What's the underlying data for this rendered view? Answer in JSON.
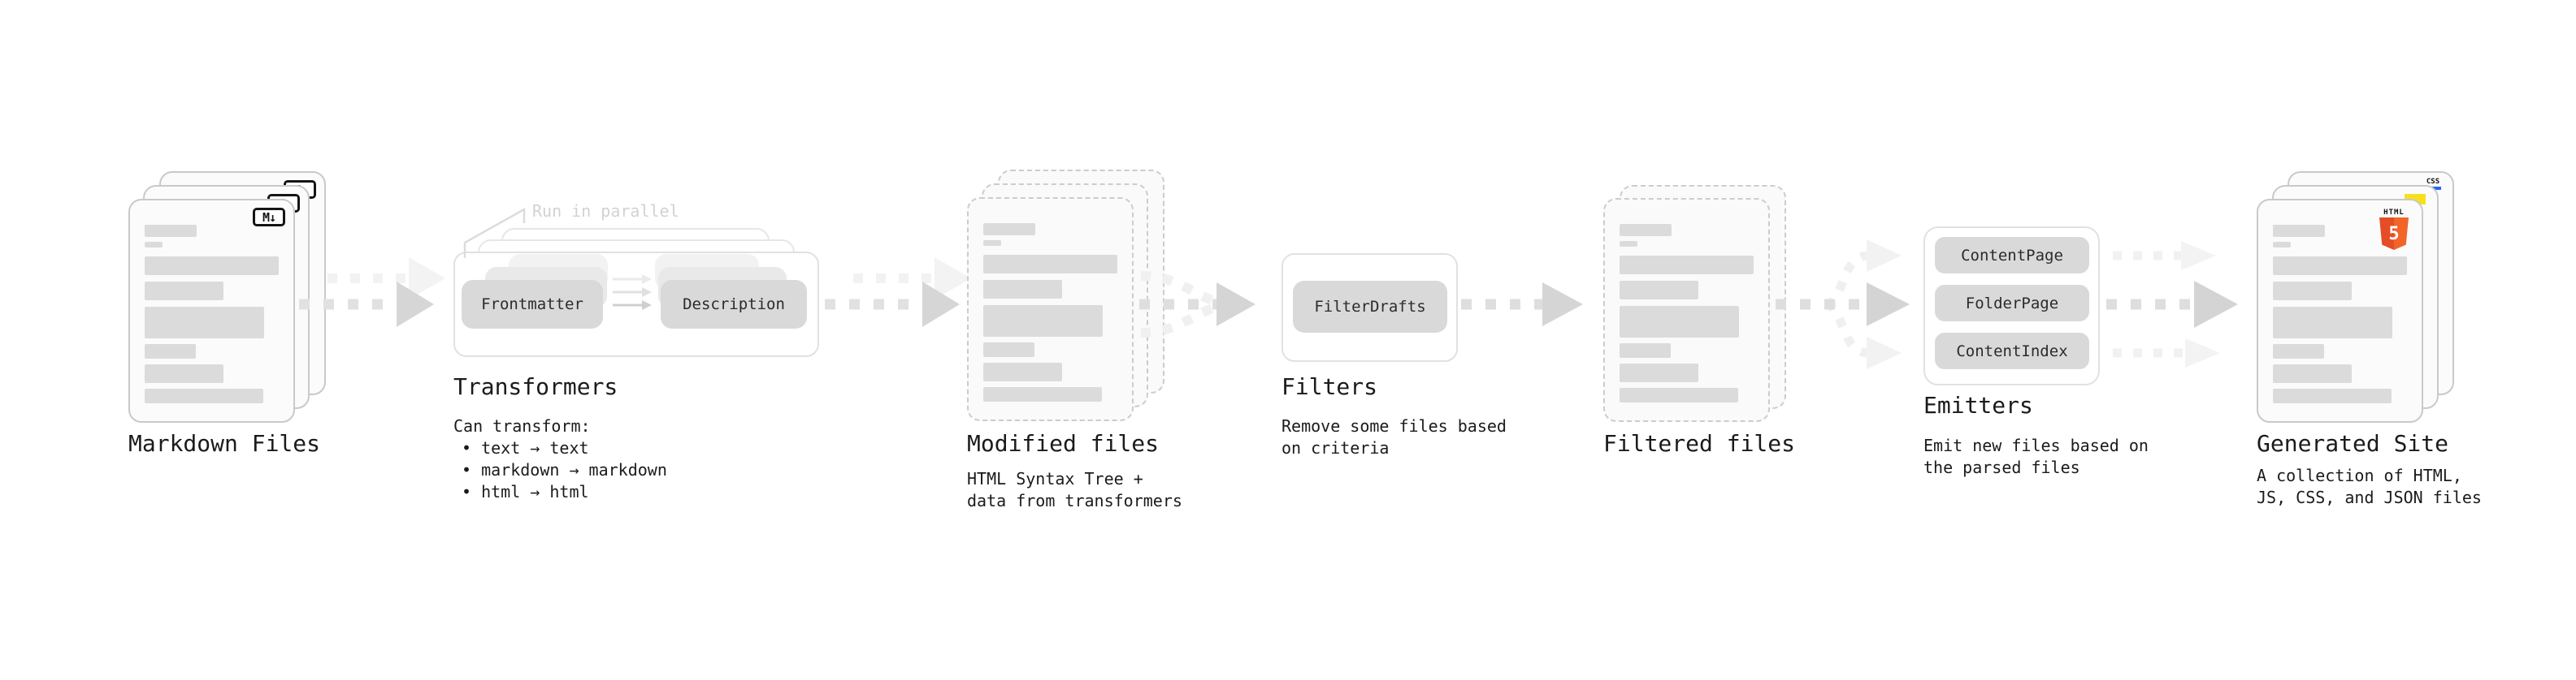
{
  "colors": {
    "markdown_badge": "#151515",
    "html5_orange": "#E44D26",
    "html5_orange_light": "#F16529",
    "js_yellow": "#F7DF1E",
    "css_blue": "#2965F1",
    "box_fill": "#D9D9D9",
    "doc_border": "#C9C9C9",
    "arrow_gray": "#D5D5D5",
    "muted_note": "#D2D2D2",
    "text": "#1B1B1B"
  },
  "nodes": {
    "markdown_files": {
      "label": "Markdown Files",
      "badge": "M↓"
    },
    "transformers": {
      "note": "Run in parallel",
      "box_left": "Frontmatter",
      "box_right": "Description",
      "title": "Transformers",
      "desc_heading": "Can transform:",
      "bullets": [
        "• text → text",
        "• markdown → markdown",
        "• html → html"
      ]
    },
    "modified_files": {
      "label": "Modified files",
      "desc": [
        "HTML Syntax Tree +",
        "data from transformers"
      ]
    },
    "filters": {
      "title": "Filters",
      "box": "FilterDrafts",
      "desc": [
        "Remove some files based",
        "on criteria"
      ]
    },
    "filtered_files": {
      "label": "Filtered files"
    },
    "emitters": {
      "title": "Emitters",
      "boxes": [
        "ContentPage",
        "FolderPage",
        "ContentIndex"
      ],
      "desc": [
        "Emit new files based on",
        "the parsed files"
      ]
    },
    "generated_site": {
      "label": "Generated Site",
      "desc": [
        "A collection of HTML,",
        "JS, CSS, and JSON files"
      ],
      "badge_css": "CSS",
      "badge_html": "HTML",
      "badge_html_number": "5"
    }
  }
}
